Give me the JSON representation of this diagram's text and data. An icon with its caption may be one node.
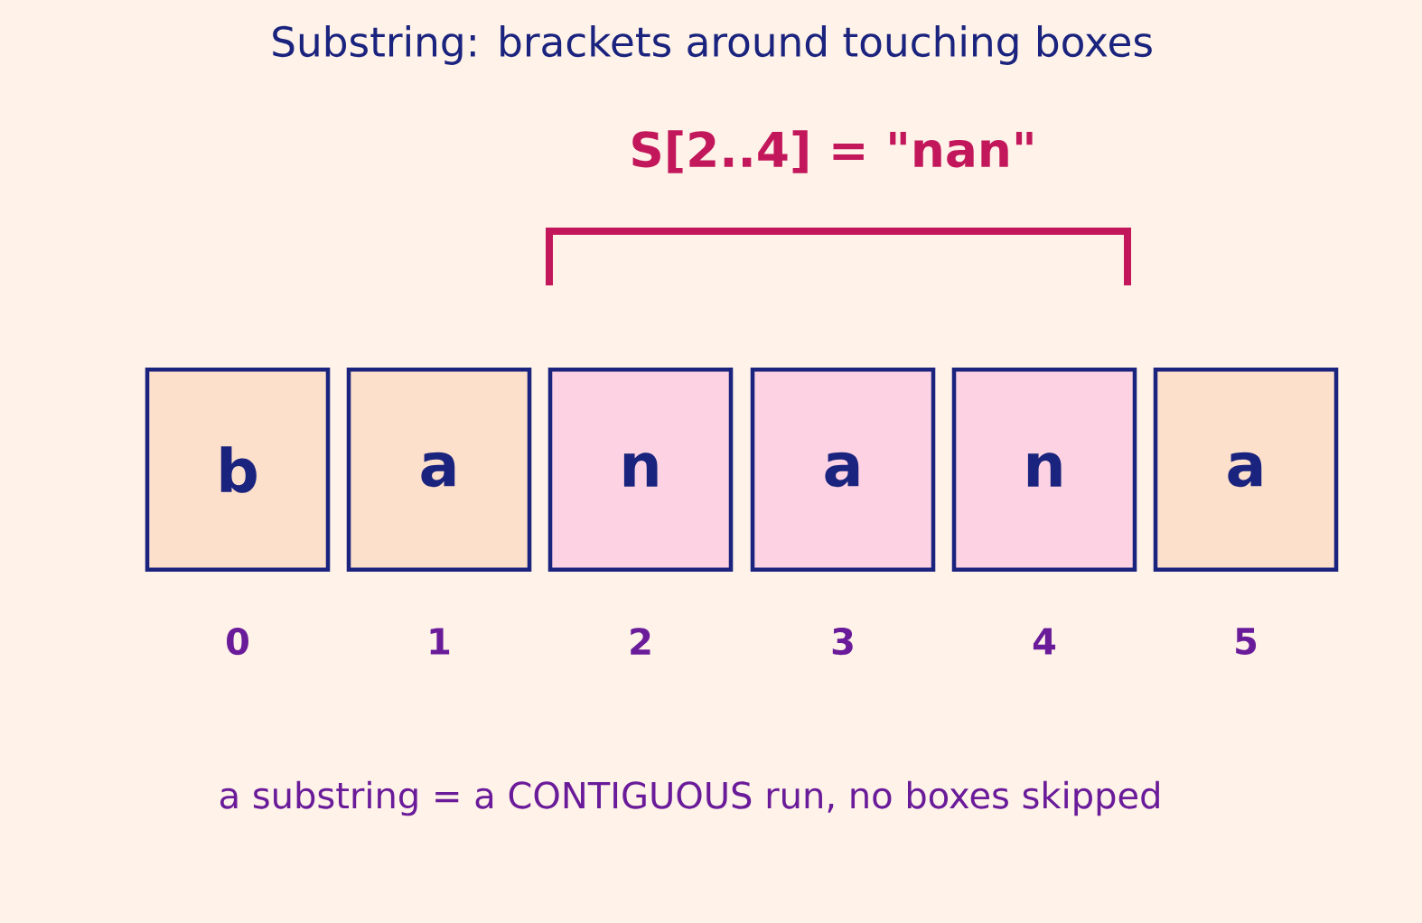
{
  "diagram": {
    "title": "Substring: brackets around touching boxes",
    "caption": "a substring = a CONTIGUOUS run, no boxes skipped",
    "nodes": [
      {
        "text": [
          "b"
        ],
        "beside": [
          "0"
        ]
      },
      {
        "text": [
          "a"
        ],
        "beside": [
          "1"
        ]
      },
      {
        "text": [
          "n"
        ],
        "beside": [
          "2"
        ]
      },
      {
        "text": [
          "a"
        ],
        "beside": [
          "3"
        ]
      },
      {
        "text": [
          "n"
        ],
        "beside": [
          "4"
        ]
      },
      {
        "text": [
          "a"
        ],
        "beside": [
          "5"
        ]
      }
    ],
    "labels": [
      "S[2..4] = \"nan\""
    ]
  }
}
